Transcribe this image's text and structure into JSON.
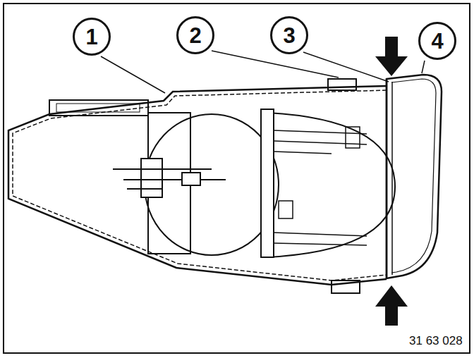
{
  "diagram": {
    "nodes": [
      {
        "text": [
          "1"
        ]
      },
      {
        "text": [
          "2"
        ]
      },
      {
        "text": [
          "3"
        ]
      },
      {
        "text": [
          "4"
        ]
      }
    ],
    "labels": [
      "31 63 028"
    ]
  }
}
